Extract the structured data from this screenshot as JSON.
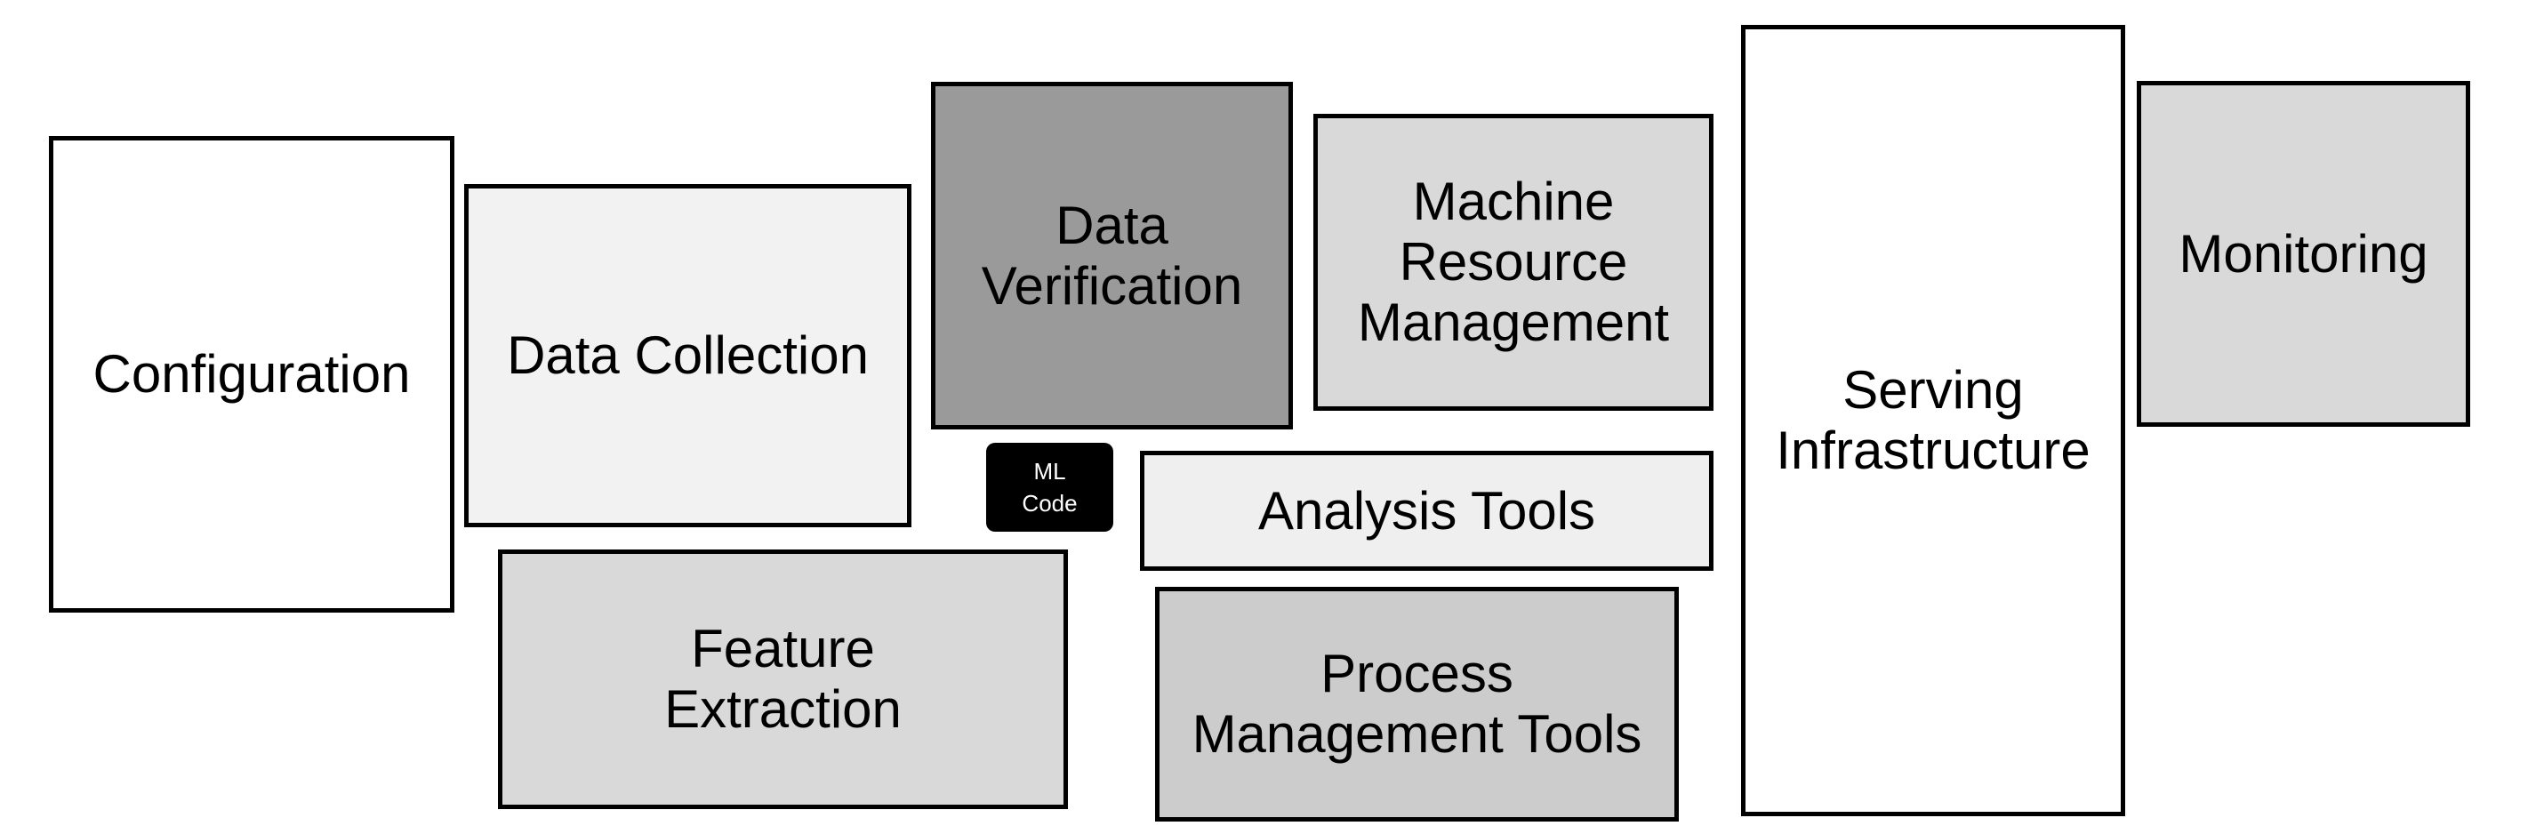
{
  "diagram": {
    "background": "#ffffff",
    "border_color": "#000000",
    "text_color": "#000000"
  },
  "boxes": {
    "configuration": {
      "label": "Configuration",
      "fill": "#ffffff",
      "text_color": "#000000"
    },
    "data_collection": {
      "label": "Data Collection",
      "fill": "#f2f2f2",
      "text_color": "#000000"
    },
    "data_verification": {
      "label": "Data\nVerification",
      "fill": "#9a9a9a",
      "text_color": "#000000"
    },
    "machine_resource_management": {
      "label": "Machine\nResource\nManagement",
      "fill": "#d9d9d9",
      "text_color": "#000000"
    },
    "ml_code": {
      "label": "ML\nCode",
      "fill": "#000000",
      "text_color": "#ffffff"
    },
    "analysis_tools": {
      "label": "Analysis Tools",
      "fill": "#efefef",
      "text_color": "#000000"
    },
    "feature_extraction": {
      "label": "Feature\nExtraction",
      "fill": "#d9d9d9",
      "text_color": "#000000"
    },
    "process_management_tools": {
      "label": "Process\nManagement Tools",
      "fill": "#cccccc",
      "text_color": "#000000"
    },
    "serving_infrastructure": {
      "label": "Serving\nInfrastructure",
      "fill": "#ffffff",
      "text_color": "#000000"
    },
    "monitoring": {
      "label": "Monitoring",
      "fill": "#d9d9d9",
      "text_color": "#000000"
    }
  }
}
